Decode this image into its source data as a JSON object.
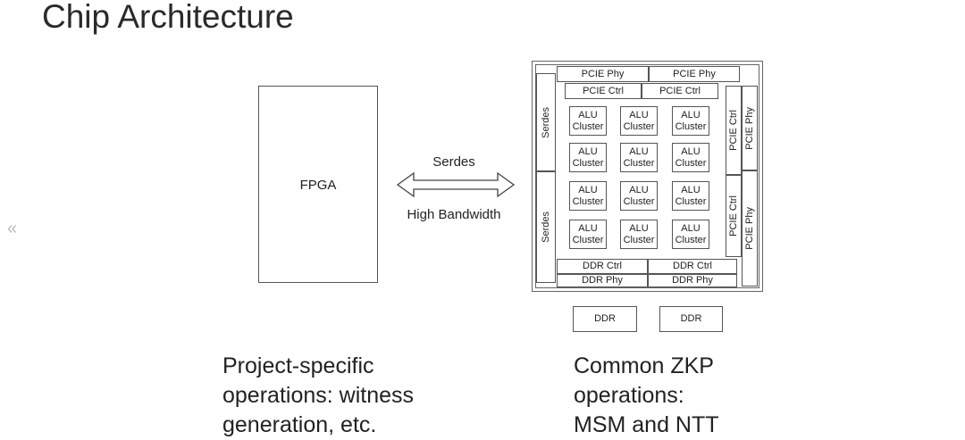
{
  "slide": {
    "title": "Chip Architecture",
    "nav_prev": "«"
  },
  "fpga": {
    "label": "FPGA"
  },
  "link": {
    "top_label": "Serdes",
    "bottom_label": "High Bandwidth"
  },
  "chip": {
    "pcie_phy_top": [
      "PCIE Phy",
      "PCIE Phy"
    ],
    "pcie_ctrl_top": [
      "PCIE Ctrl",
      "PCIE Ctrl"
    ],
    "serdes_left": [
      "Serdes",
      "Serdes"
    ],
    "pcie_ctrl_right": [
      "PCIE Ctrl",
      "PCIE Ctrl"
    ],
    "pcie_phy_right": [
      "PCIE Phy",
      "PCIE Phy"
    ],
    "alu_line1": "ALU",
    "alu_line2": "Cluster",
    "ddr_ctrl": [
      "DDR Ctrl",
      "DDR Ctrl"
    ],
    "ddr_phy": [
      "DDR Phy",
      "DDR Phy"
    ]
  },
  "ddr_modules": [
    "DDR",
    "DDR"
  ],
  "captions": {
    "left": [
      "Project-specific",
      "operations: witness",
      "generation, etc."
    ],
    "right": [
      "Common ZKP",
      "operations:",
      "MSM and NTT"
    ]
  }
}
